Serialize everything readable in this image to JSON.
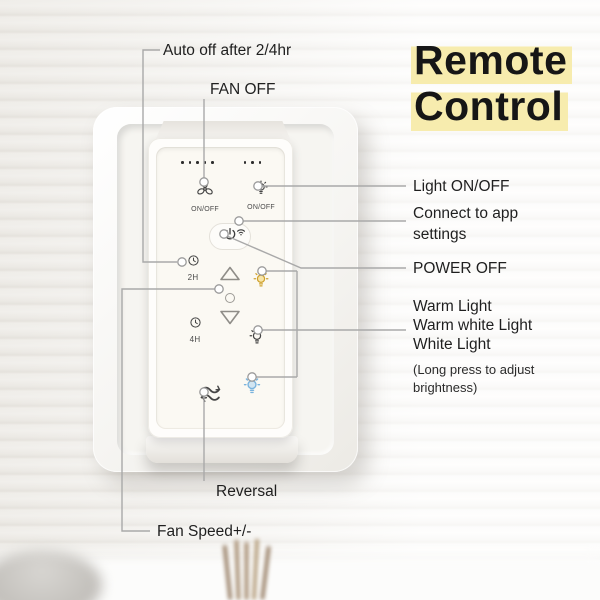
{
  "title": {
    "line1": "Remote",
    "line2": "Control"
  },
  "callouts": {
    "auto_off": "Auto off after 2/4hr",
    "fan_off": "FAN OFF",
    "light_on_off": "Light ON/OFF",
    "connect_app": "Connect to app settings",
    "power_off": "POWER OFF",
    "light_modes": [
      "Warm Light",
      "Warm white Light",
      "White Light"
    ],
    "long_press_note": "(Long press to adjust brightness)",
    "reversal": "Reversal",
    "fan_speed": "Fan Speed+/-"
  },
  "remote": {
    "fan_onoff_label": "ON/OFF",
    "light_onoff_label": "ON/OFF",
    "timer_2h": "2H",
    "timer_4h": "4H"
  },
  "colors": {
    "highlight": "#f7ecae",
    "warm_bulb": "#cfa22e",
    "white_bulb_blue": "#7ab3dd",
    "icon_dark": "#454545",
    "callout_line": "#a9a9a9",
    "title_text": "#161616"
  }
}
